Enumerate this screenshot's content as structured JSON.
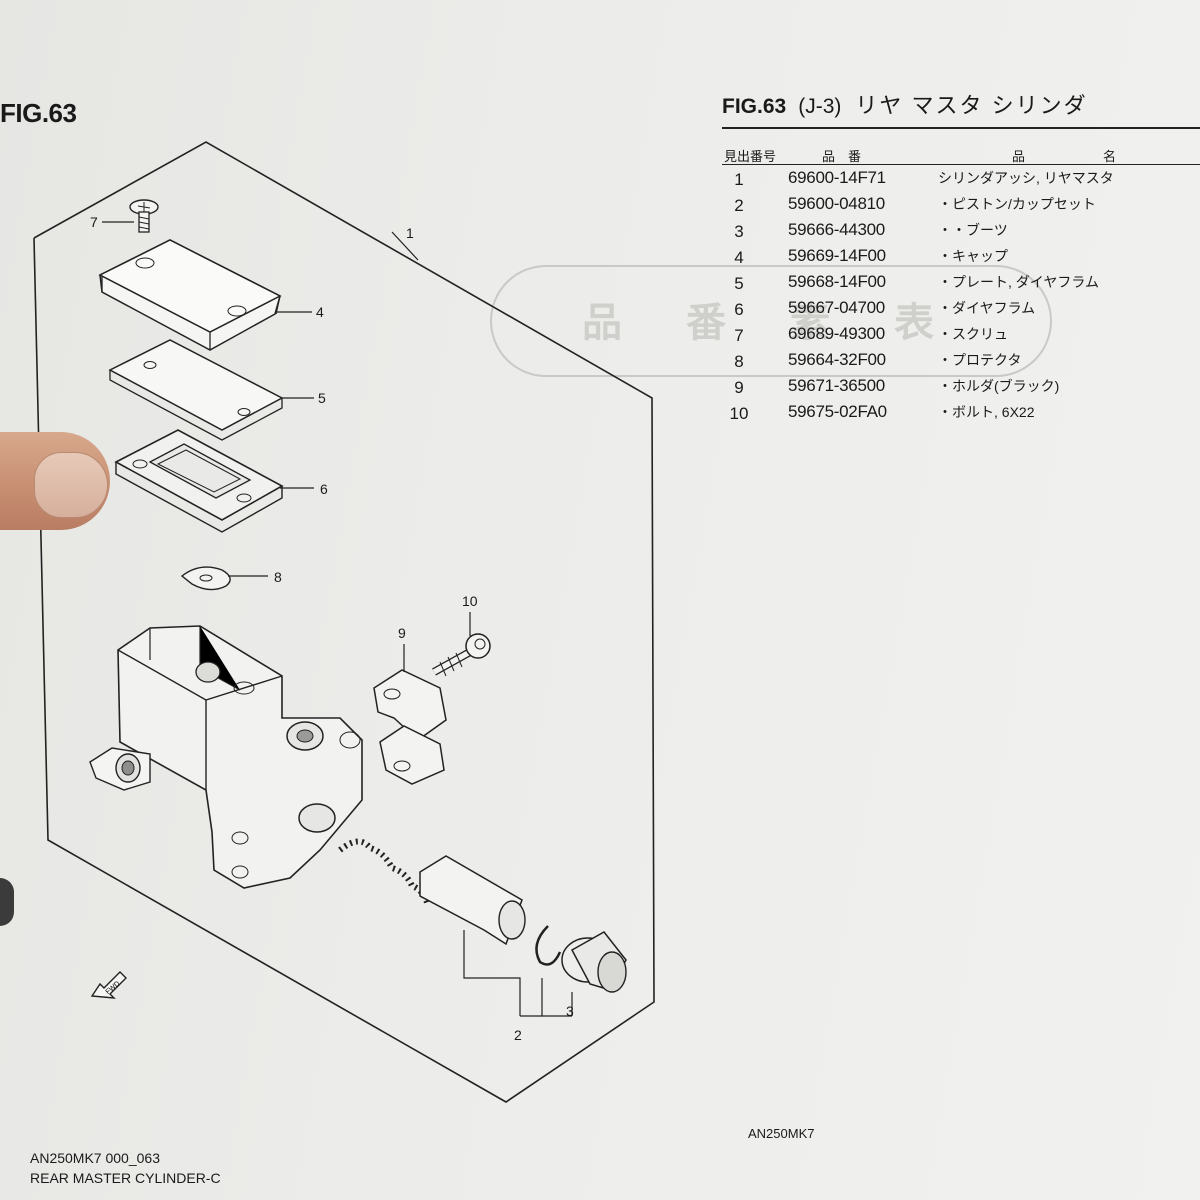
{
  "left": {
    "fig_label": "FIG.63"
  },
  "header": {
    "fig_label": "FIG.63",
    "code": "(J-3)",
    "title": "リヤ マスタ シリンダ"
  },
  "columns": {
    "ref_no": "見出番号",
    "part_no": "品　番",
    "part_name": "品　　　　　　名"
  },
  "stamp": {
    "text": "品番素表"
  },
  "parts": [
    {
      "no": "1",
      "part_no": "69600-14F71",
      "name": "シリンダアッシ, リヤマスタ"
    },
    {
      "no": "2",
      "part_no": "59600-04810",
      "name": "・ピストン/カップセット"
    },
    {
      "no": "3",
      "part_no": "59666-44300",
      "name": "・・ブーツ"
    },
    {
      "no": "4",
      "part_no": "59669-14F00",
      "name": "・キャップ"
    },
    {
      "no": "5",
      "part_no": "59668-14F00",
      "name": "・プレート, ダイヤフラム"
    },
    {
      "no": "6",
      "part_no": "59667-04700",
      "name": "・ダイヤフラム"
    },
    {
      "no": "7",
      "part_no": "69689-49300",
      "name": "・スクリュ"
    },
    {
      "no": "8",
      "part_no": "59664-32F00",
      "name": "・プロテクタ"
    },
    {
      "no": "9",
      "part_no": "59671-36500",
      "name": "・ホルダ(ブラック)"
    },
    {
      "no": "10",
      "part_no": "59675-02FA0",
      "name": "・ボルト, 6X22"
    }
  ],
  "diagram": {
    "fwd_label": "FWD"
  },
  "footer": {
    "model_code": "AN250MK7 000_063",
    "figure_name": "REAR MASTER CYLINDER-C",
    "model": "AN250MK7"
  }
}
